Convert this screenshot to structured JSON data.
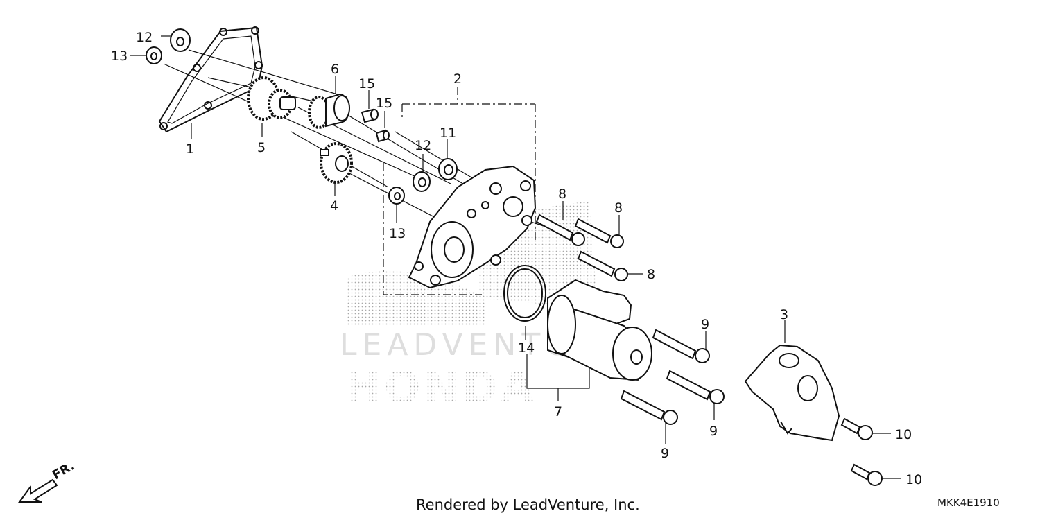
{
  "diagram": {
    "callouts": {
      "c1": "1",
      "c2": "2",
      "c3": "3",
      "c4": "4",
      "c5": "5",
      "c6": "6",
      "c7": "7",
      "c8": "8",
      "c9": "9",
      "c10": "10",
      "c11": "11",
      "c12": "12",
      "c13": "13",
      "c14": "14",
      "c15": "15"
    },
    "front_marker": "FR.",
    "watermark_text": "LEADVENTURE",
    "watermark_brand": "HONDA",
    "credit": "Rendered by LeadVenture, Inc.",
    "code": "MKK4E1910"
  },
  "colors": {
    "line": "#111111",
    "part_fill": "#ffffff",
    "watermark": "#b0b0b0"
  }
}
